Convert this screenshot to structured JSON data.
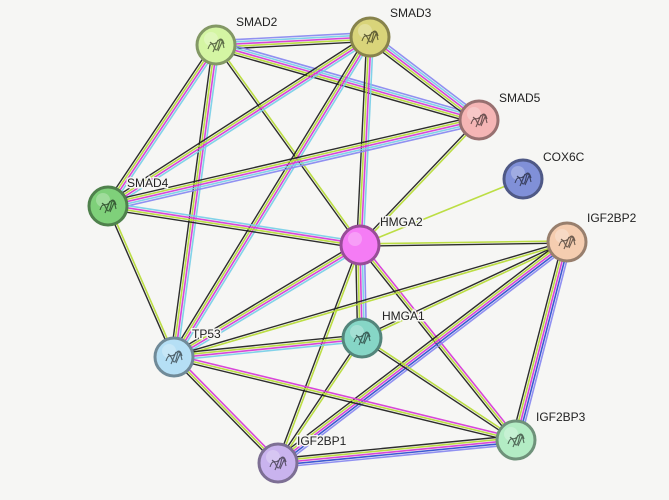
{
  "network": {
    "nodes": [
      {
        "id": "SMAD2",
        "label": "SMAD2",
        "color": "#d4f5a3",
        "icon": "protein-structure-icon"
      },
      {
        "id": "SMAD3",
        "label": "SMAD3",
        "color": "#d9d47a",
        "icon": "protein-structure-icon"
      },
      {
        "id": "SMAD5",
        "label": "SMAD5",
        "color": "#f5b5b5",
        "icon": "protein-structure-icon"
      },
      {
        "id": "COX6C",
        "label": "COX6C",
        "color": "#8090d8",
        "icon": "protein-structure-icon"
      },
      {
        "id": "SMAD4",
        "label": "SMAD4",
        "color": "#7fd07a",
        "icon": "protein-structure-icon"
      },
      {
        "id": "HMGA2",
        "label": "HMGA2",
        "color": "#f57cf5",
        "icon": "query-protein-node"
      },
      {
        "id": "IGF2BP2",
        "label": "IGF2BP2",
        "color": "#f5cdb0",
        "icon": "protein-structure-icon"
      },
      {
        "id": "HMGA1",
        "label": "HMGA1",
        "color": "#86d6c6",
        "icon": "protein-structure-icon"
      },
      {
        "id": "TP53",
        "label": "TP53",
        "color": "#b5dff5",
        "icon": "protein-structure-icon"
      },
      {
        "id": "IGF2BP3",
        "label": "IGF2BP3",
        "color": "#b3ecc4",
        "icon": "protein-structure-icon"
      },
      {
        "id": "IGF2BP1",
        "label": "IGF2BP1",
        "color": "#c9b3ee",
        "icon": "protein-structure-icon"
      }
    ],
    "evidence_colors": {
      "database": "#7ad0e8",
      "experiment": "#d63cd6",
      "textmining": "#b8dc3a",
      "coexpression": "#222222",
      "homology": "#8a8af0",
      "gene_neighborhood": "#3050d0"
    },
    "edges": [
      {
        "a": "SMAD2",
        "b": "SMAD3",
        "evidence": [
          "homology",
          "database",
          "experiment",
          "textmining",
          "coexpression"
        ]
      },
      {
        "a": "SMAD2",
        "b": "SMAD5",
        "evidence": [
          "homology",
          "database",
          "experiment",
          "textmining",
          "coexpression"
        ]
      },
      {
        "a": "SMAD2",
        "b": "SMAD4",
        "evidence": [
          "database",
          "experiment",
          "textmining",
          "coexpression"
        ]
      },
      {
        "a": "SMAD2",
        "b": "HMGA2",
        "evidence": [
          "textmining",
          "coexpression"
        ]
      },
      {
        "a": "SMAD2",
        "b": "TP53",
        "evidence": [
          "database",
          "experiment",
          "textmining",
          "coexpression"
        ]
      },
      {
        "a": "SMAD3",
        "b": "SMAD5",
        "evidence": [
          "homology",
          "database",
          "experiment",
          "textmining",
          "coexpression"
        ]
      },
      {
        "a": "SMAD3",
        "b": "SMAD4",
        "evidence": [
          "database",
          "experiment",
          "textmining",
          "coexpression"
        ]
      },
      {
        "a": "SMAD3",
        "b": "HMGA2",
        "evidence": [
          "database",
          "experiment",
          "textmining",
          "coexpression"
        ]
      },
      {
        "a": "SMAD3",
        "b": "TP53",
        "evidence": [
          "database",
          "experiment",
          "textmining",
          "coexpression"
        ]
      },
      {
        "a": "SMAD5",
        "b": "SMAD4",
        "evidence": [
          "homology",
          "database",
          "experiment",
          "textmining",
          "coexpression"
        ]
      },
      {
        "a": "SMAD5",
        "b": "HMGA2",
        "evidence": [
          "textmining",
          "coexpression"
        ]
      },
      {
        "a": "SMAD4",
        "b": "HMGA2",
        "evidence": [
          "database",
          "experiment",
          "textmining",
          "coexpression"
        ]
      },
      {
        "a": "SMAD4",
        "b": "TP53",
        "evidence": [
          "textmining",
          "coexpression"
        ]
      },
      {
        "a": "COX6C",
        "b": "HMGA2",
        "evidence": [
          "textmining"
        ]
      },
      {
        "a": "HMGA2",
        "b": "IGF2BP2",
        "evidence": [
          "textmining",
          "coexpression"
        ]
      },
      {
        "a": "HMGA2",
        "b": "HMGA1",
        "evidence": [
          "homology",
          "database",
          "experiment",
          "textmining",
          "coexpression"
        ]
      },
      {
        "a": "HMGA2",
        "b": "TP53",
        "evidence": [
          "database",
          "experiment",
          "textmining",
          "coexpression"
        ]
      },
      {
        "a": "HMGA2",
        "b": "IGF2BP3",
        "evidence": [
          "experiment",
          "textmining",
          "coexpression"
        ]
      },
      {
        "a": "HMGA2",
        "b": "IGF2BP1",
        "evidence": [
          "textmining",
          "coexpression"
        ]
      },
      {
        "a": "IGF2BP2",
        "b": "HMGA1",
        "evidence": [
          "textmining",
          "coexpression"
        ]
      },
      {
        "a": "IGF2BP2",
        "b": "TP53",
        "evidence": [
          "textmining",
          "coexpression"
        ]
      },
      {
        "a": "IGF2BP2",
        "b": "IGF2BP3",
        "evidence": [
          "homology",
          "gene_neighborhood",
          "experiment",
          "textmining",
          "coexpression"
        ]
      },
      {
        "a": "IGF2BP2",
        "b": "IGF2BP1",
        "evidence": [
          "homology",
          "gene_neighborhood",
          "experiment",
          "textmining",
          "coexpression"
        ]
      },
      {
        "a": "HMGA1",
        "b": "TP53",
        "evidence": [
          "database",
          "experiment",
          "textmining",
          "coexpression"
        ]
      },
      {
        "a": "HMGA1",
        "b": "IGF2BP3",
        "evidence": [
          "textmining",
          "coexpression"
        ]
      },
      {
        "a": "HMGA1",
        "b": "IGF2BP1",
        "evidence": [
          "textmining",
          "coexpression"
        ]
      },
      {
        "a": "TP53",
        "b": "IGF2BP3",
        "evidence": [
          "experiment",
          "textmining",
          "coexpression"
        ]
      },
      {
        "a": "TP53",
        "b": "IGF2BP1",
        "evidence": [
          "experiment",
          "textmining",
          "coexpression"
        ]
      },
      {
        "a": "IGF2BP3",
        "b": "IGF2BP1",
        "evidence": [
          "homology",
          "gene_neighborhood",
          "experiment",
          "textmining",
          "coexpression"
        ]
      }
    ]
  }
}
